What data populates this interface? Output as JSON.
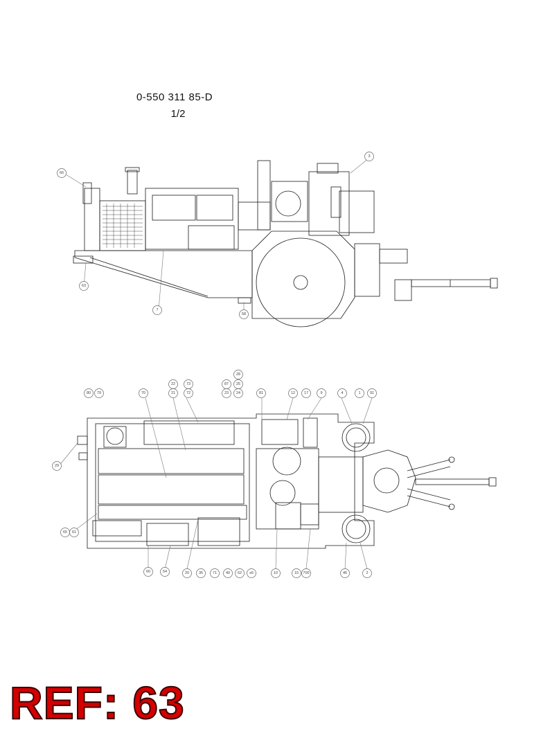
{
  "header": {
    "document_number": "0-550 311 85-D",
    "sheet": "1/2"
  },
  "side_view": {
    "callouts": [
      "66",
      "3",
      "63",
      "7",
      "58"
    ]
  },
  "top_view": {
    "callouts": [
      "28",
      "87",
      "25",
      "22",
      "73",
      "23",
      "24",
      "81",
      "12",
      "17",
      "9",
      "4",
      "1",
      "91",
      "80",
      "79",
      "70",
      "21",
      "72",
      "29",
      "65",
      "61",
      "60",
      "54",
      "20",
      "35",
      "71",
      "40",
      "62",
      "x6",
      "10",
      "15",
      "700",
      "46",
      "2"
    ]
  },
  "ref_label": "REF: 63",
  "colors": {
    "line": "#1a1a1a",
    "ref_text": "#d40000",
    "callout": "#666666"
  }
}
